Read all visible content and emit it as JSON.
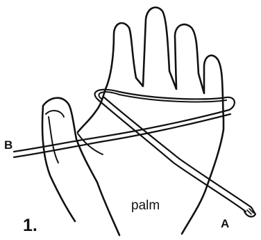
{
  "figure": {
    "step_number": "1.",
    "labels": {
      "end_b": "B",
      "end_a": "A",
      "palm": "palm"
    },
    "colors": {
      "ink": "#111111",
      "background": "#ffffff"
    }
  }
}
